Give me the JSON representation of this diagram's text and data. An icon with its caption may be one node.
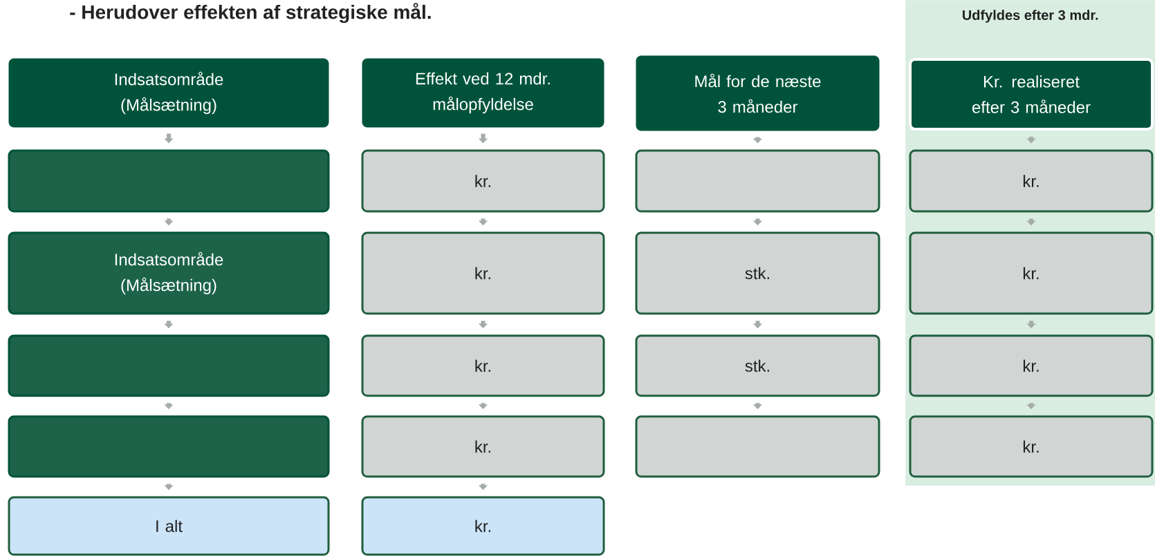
{
  "diagram": {
    "nodes": [
      {
        "text": [
          "Indsatsområde (Målsætning)"
        ]
      },
      {
        "text": [],
        "shape": "box"
      },
      {
        "text": [
          "Indsatsområde (Målsætning)"
        ]
      },
      {
        "text": [],
        "shape": "box"
      },
      {
        "text": [],
        "shape": "box"
      },
      {
        "text": [
          "I alt"
        ]
      },
      {
        "text": [
          "Effekt ved 12 mdr. målopfyldelse"
        ]
      },
      {
        "text": [
          "kr."
        ]
      },
      {
        "text": [
          "kr."
        ]
      },
      {
        "text": [
          "kr."
        ]
      },
      {
        "text": [
          "kr."
        ]
      },
      {
        "text": [
          "kr."
        ]
      },
      {
        "text": [
          "Mål for de næste 3 måneder"
        ]
      },
      {
        "text": [],
        "shape": "box"
      },
      {
        "text": [
          "stk."
        ]
      },
      {
        "text": [
          "stk."
        ]
      },
      {
        "text": [],
        "shape": "box"
      },
      {
        "text": [
          "Udfyldes efter 3 mdr."
        ]
      },
      {
        "text": [
          "Kr. realiseret efter 3 måneder"
        ],
        "in": 17
      },
      {
        "text": [
          "kr."
        ],
        "in": 17
      },
      {
        "text": [
          "kr."
        ],
        "in": 17
      },
      {
        "text": [
          "kr."
        ],
        "in": 17
      },
      {
        "text": [
          "kr."
        ],
        "in": 17
      }
    ],
    "edges": [
      {
        "from": 0,
        "to": 1,
        "arrow": "to"
      },
      {
        "from": 1,
        "to": 2,
        "arrow": "to"
      },
      {
        "from": 2,
        "to": 3,
        "arrow": "to"
      },
      {
        "from": 3,
        "to": 4,
        "arrow": "to"
      },
      {
        "from": 4,
        "to": 5,
        "arrow": "to"
      },
      {
        "from": 6,
        "to": 7,
        "arrow": "to"
      },
      {
        "from": 7,
        "to": 8,
        "arrow": "to"
      },
      {
        "from": 8,
        "to": 9,
        "arrow": "to"
      },
      {
        "from": 9,
        "to": 10,
        "arrow": "to"
      },
      {
        "from": 10,
        "to": 11,
        "arrow": "to"
      },
      {
        "from": 12,
        "to": 13,
        "arrow": "to"
      },
      {
        "from": 13,
        "to": 14,
        "arrow": "to"
      },
      {
        "from": 14,
        "to": 15,
        "arrow": "to"
      },
      {
        "from": 15,
        "to": 16,
        "arrow": "to"
      },
      {
        "from": 18,
        "to": 19,
        "arrow": "to"
      },
      {
        "from": 19,
        "to": 20,
        "arrow": "to"
      },
      {
        "from": 20,
        "to": 21,
        "arrow": "to"
      },
      {
        "from": 21,
        "to": 22,
        "arrow": "to"
      }
    ],
    "labels": [
      "- Herudover effekten af strategiske mål."
    ]
  }
}
